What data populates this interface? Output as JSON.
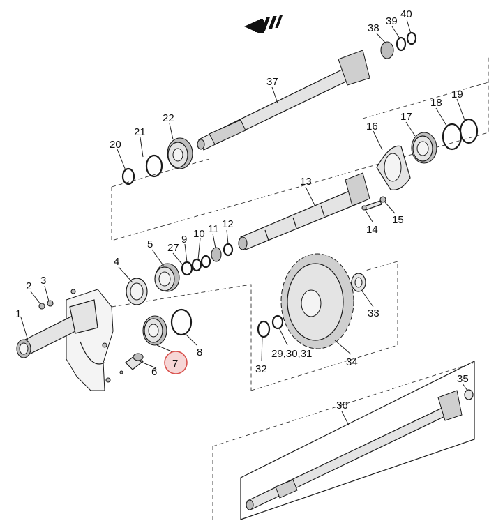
{
  "diagram": {
    "labels": [
      "1",
      "2",
      "3",
      "4",
      "5",
      "6",
      "7",
      "8",
      "9",
      "10",
      "11",
      "12",
      "13",
      "14",
      "15",
      "16",
      "17",
      "18",
      "19",
      "20",
      "21",
      "22",
      "27",
      "29,30,31",
      "32",
      "33",
      "34",
      "35",
      "36",
      "37",
      "38",
      "39",
      "40"
    ],
    "highlighted_label": "7",
    "colors": {
      "highlight_fill": "#f6d6d6",
      "highlight_stroke": "#d9534f",
      "line": "#1a1a1a"
    },
    "icons": [
      "direction-arrow-icon"
    ]
  }
}
